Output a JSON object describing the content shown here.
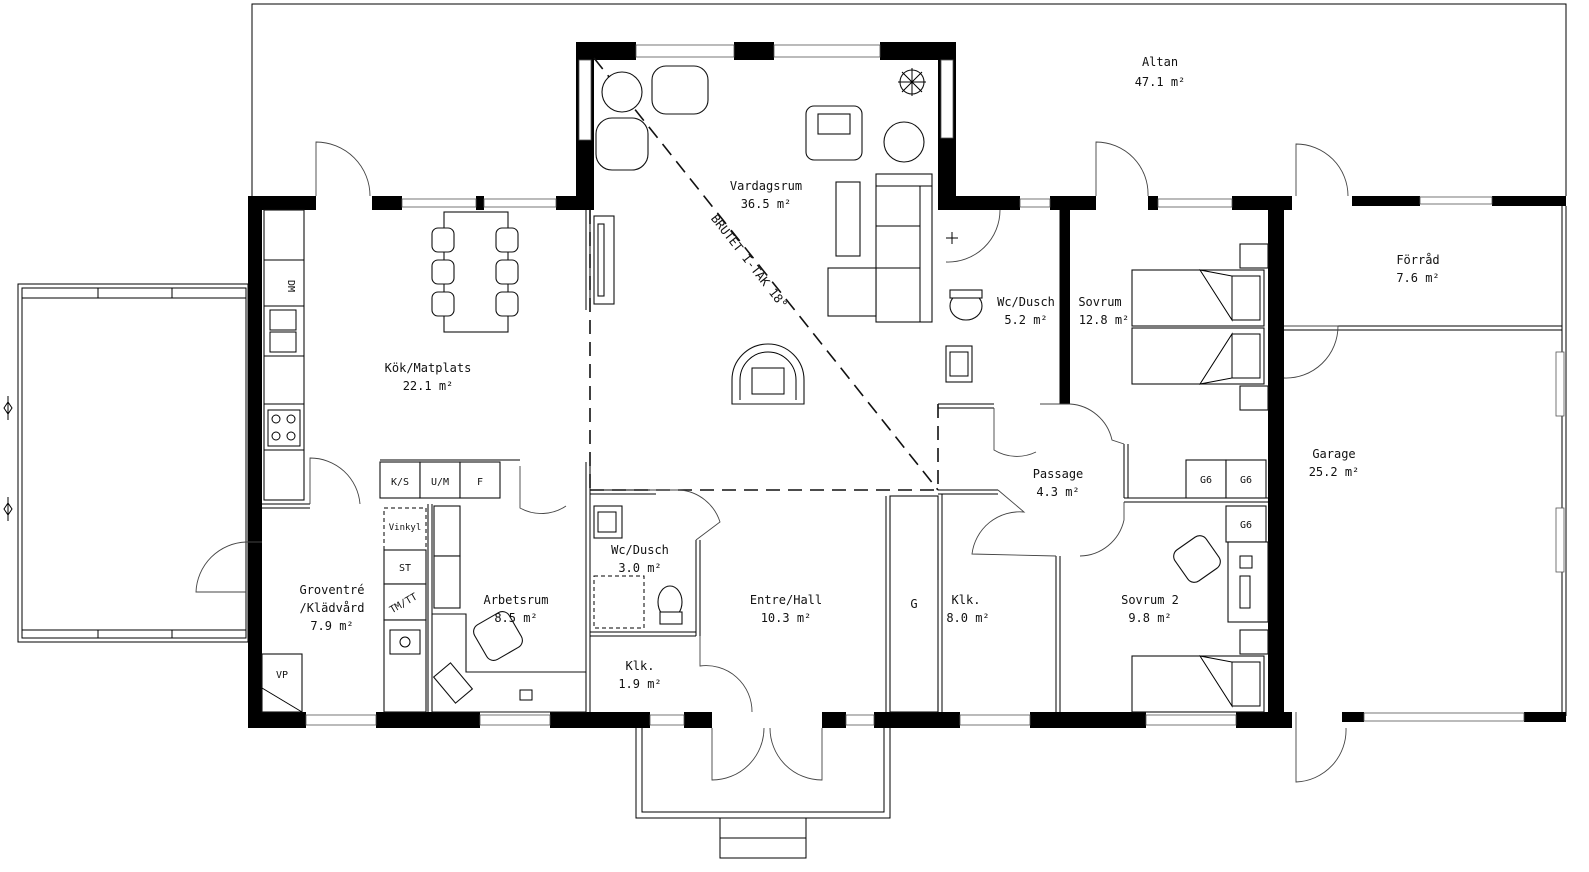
{
  "rooms": {
    "altan": {
      "name": "Altan",
      "area": "47.1 m²"
    },
    "vardagsrum": {
      "name": "Vardagsrum",
      "area": "36.5 m²"
    },
    "kok": {
      "name": "Kök/Matplats",
      "area": "22.1 m²"
    },
    "wc1": {
      "name": "Wc/Dusch",
      "area": "5.2 m²"
    },
    "sovrum": {
      "name": "Sovrum",
      "area": "12.8 m²"
    },
    "forrad": {
      "name": "Förråd",
      "area": "7.6 m²"
    },
    "passage": {
      "name": "Passage",
      "area": "4.3 m²"
    },
    "garage": {
      "name": "Garage",
      "area": "25.2 m²"
    },
    "wc2": {
      "name": "Wc/Dusch",
      "area": "3.0 m²"
    },
    "groventre_line1": {
      "name": "Groventré"
    },
    "groventre": {
      "name": "/Klädvård",
      "area": "7.9 m²"
    },
    "arbetsrum": {
      "name": "Arbetsrum",
      "area": "8.5 m²"
    },
    "entre": {
      "name": "Entre/Hall",
      "area": "10.3 m²"
    },
    "klk1": {
      "name": "Klk.",
      "area": "8.0 m²"
    },
    "klk2": {
      "name": "Klk.",
      "area": "1.9 m²"
    },
    "sovrum2": {
      "name": "Sovrum 2",
      "area": "9.8 m²"
    }
  },
  "annotation": "BRUTET I-TAK 18°",
  "fixtures": {
    "ks": "K/S",
    "um": "U/M",
    "f": "F",
    "vinkyl": "Vinkyl",
    "st": "ST",
    "tmtt": "TM/TT",
    "vp": "VP",
    "dm": "DM",
    "g6a": "G6",
    "g6b": "G6",
    "g6c": "G6",
    "g": "G"
  }
}
